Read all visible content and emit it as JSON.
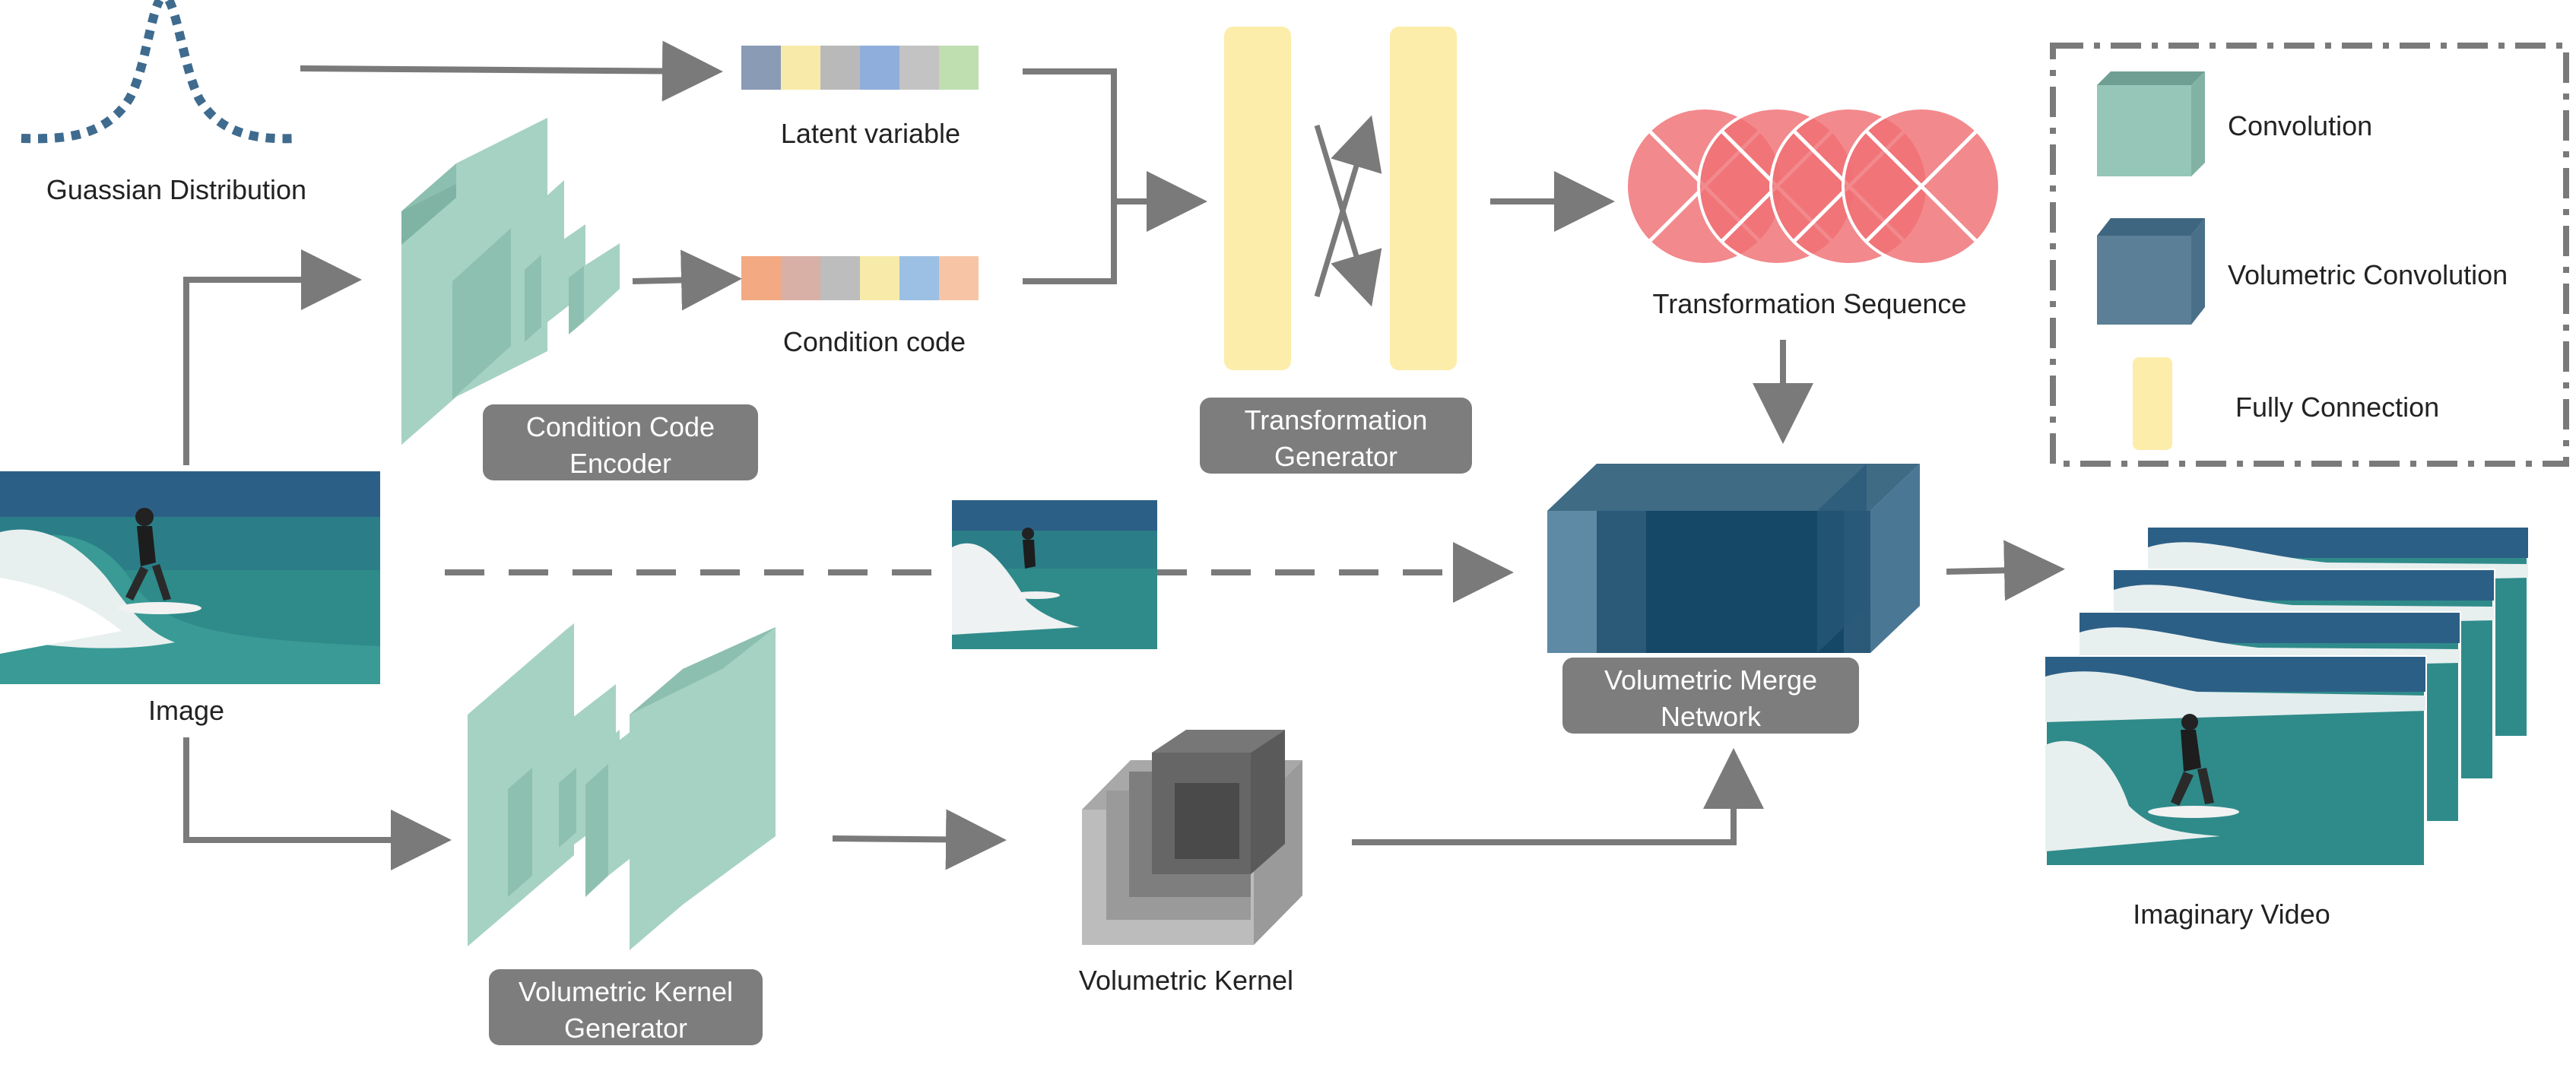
{
  "labels": {
    "gaussian": "Guassian Distribution",
    "latent": "Latent variable",
    "condition_code": "Condition code",
    "image": "Image",
    "transformation_sequence": "Transformation Sequence",
    "volumetric_kernel": "Volumetric Kernel",
    "imaginary_video": "Imaginary Video"
  },
  "boxes": {
    "condition_encoder": [
      "Condition Code",
      "Encoder"
    ],
    "transformation_generator": [
      "Transformation",
      "Generator"
    ],
    "volumetric_merge": [
      "Volumetric Merge",
      "Network"
    ],
    "volumetric_kernel_generator": [
      "Volumetric Kernel",
      "Generator"
    ]
  },
  "legend": {
    "items": [
      {
        "label": "Convolution",
        "icon": "convolution-cube-icon",
        "color": "#95c6b8"
      },
      {
        "label": "Volumetric Convolution",
        "icon": "volumetric-convolution-cube-icon",
        "color": "#5b7f96"
      },
      {
        "label": "Fully Connection",
        "icon": "fully-connection-bar-icon",
        "color": "#fcedaa"
      }
    ]
  },
  "colors": {
    "arrow": "#7a7a7a",
    "gaussian_dots": "#3f6b8f",
    "label_box": "#7d7d7d",
    "conv": "#a6d2c3",
    "volconv": "#4f7894",
    "fc": "#fcedaa",
    "transform_circle": "#ef6f74",
    "latent_swatches": [
      "#8a9bb5",
      "#f8eba9",
      "#b9b9b9",
      "#90aedc",
      "#c3c3c3",
      "#bfdfb1"
    ],
    "condition_swatches": [
      "#f3aa82",
      "#d8b0a5",
      "#bdbdbd",
      "#f8eba9",
      "#9cc0e4",
      "#f7c5a6"
    ]
  }
}
